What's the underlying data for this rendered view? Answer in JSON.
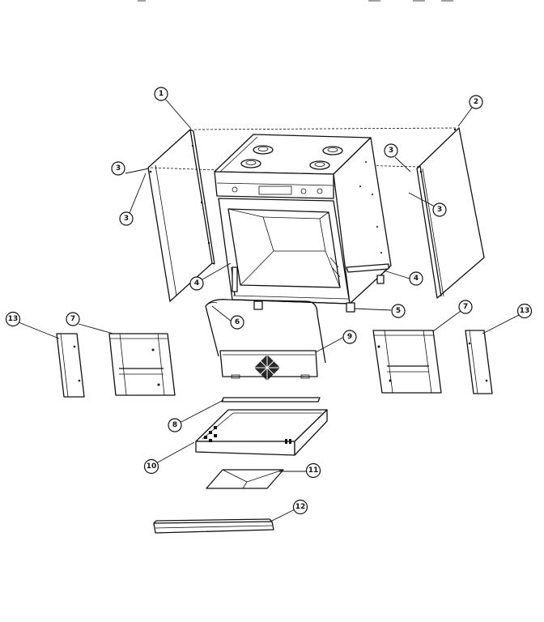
{
  "diagram": {
    "callouts": [
      {
        "id": "c1",
        "label": "1"
      },
      {
        "id": "c2",
        "label": "2"
      },
      {
        "id": "c3a",
        "label": "3"
      },
      {
        "id": "c3b",
        "label": "3"
      },
      {
        "id": "c3c",
        "label": "3"
      },
      {
        "id": "c3d",
        "label": "3"
      },
      {
        "id": "c4a",
        "label": "4"
      },
      {
        "id": "c4b",
        "label": "4"
      },
      {
        "id": "c5",
        "label": "5"
      },
      {
        "id": "c6",
        "label": "6"
      },
      {
        "id": "c7a",
        "label": "7"
      },
      {
        "id": "c7b",
        "label": "7"
      },
      {
        "id": "c8",
        "label": "8"
      },
      {
        "id": "c9",
        "label": "9"
      },
      {
        "id": "c10",
        "label": "10"
      },
      {
        "id": "c11",
        "label": "11"
      },
      {
        "id": "c12",
        "label": "12"
      },
      {
        "id": "c13a",
        "label": "13"
      },
      {
        "id": "c13b",
        "label": "13"
      }
    ]
  }
}
